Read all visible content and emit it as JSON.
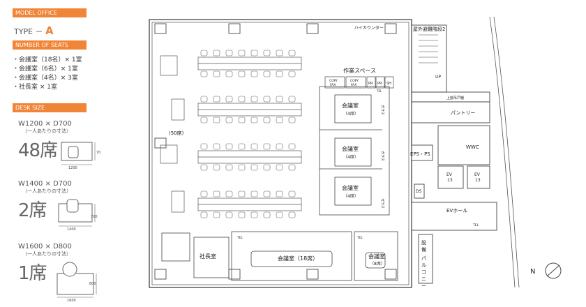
{
  "sidebar": {
    "model_office_label": "MODEL OFFICE",
    "type_prefix": "TYPE －",
    "type_letter": "A",
    "accent_color": "#f08437",
    "number_of_seats_label": "NUMBER OF SEATS",
    "seat_items": [
      "・会議室（18名）× 1室",
      "・会議室（6名）× 1室",
      "・会議室（4名）× 3室",
      "・社長室 × 1室"
    ],
    "desk_size_label": "DESK SIZE",
    "desks": [
      {
        "size": "W1200 × D700",
        "note": "（一人あたりの寸法）",
        "count": "48席",
        "dim_w": "1200",
        "dim_d": "700"
      },
      {
        "size": "W1400 × D700",
        "note": "（一人あたりの寸法）",
        "count": "2席",
        "dim_w": "1400",
        "dim_d": "700"
      },
      {
        "size": "W1600 × D800",
        "note": "（一人あたりの寸法）",
        "count": "1席",
        "dim_w": "1600",
        "dim_d": "800"
      }
    ]
  },
  "plan": {
    "high_counter": "ハイカウンター",
    "outdoor_stair": "屋外避難階段2",
    "up": "UP",
    "work_space": "作業スペース",
    "copy_fax": [
      "COPY",
      "FAX"
    ],
    "pr": "PR",
    "sh": "SH",
    "tel": "TEL",
    "glass": "ガラス",
    "meeting_room": "会議室",
    "four_seats": "（4席）",
    "open_area_seats": "(50席)",
    "upper_floor_tank": "上部吊戸棚",
    "pantry": "パントリー",
    "wwc": "WWC",
    "eps_ps": "EPS・PS",
    "ds": "DS",
    "ev13": [
      "EV",
      "13"
    ],
    "ev_hall": "EVホール",
    "president_room": "社長室",
    "meeting18": "会議室（18席）",
    "meeting8": [
      "会議室",
      "（8席）"
    ],
    "balcony": [
      "設",
      "備",
      "バ",
      "ル",
      "コ",
      "ニ",
      "ー"
    ],
    "north": "N"
  }
}
